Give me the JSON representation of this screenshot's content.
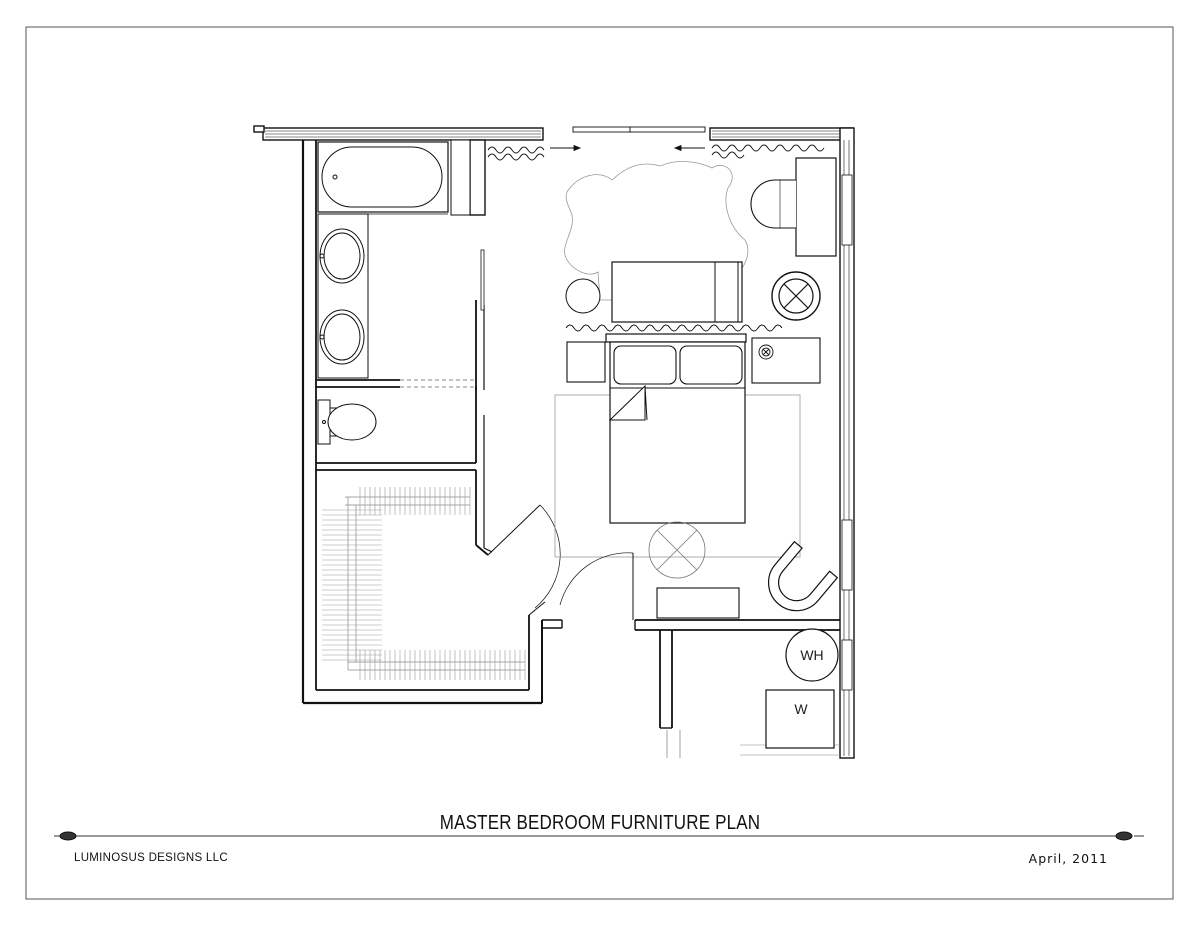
{
  "sheet": {
    "title": "MASTER BEDROOM FURNITURE PLAN",
    "company": "LUMINOSUS DESIGNS LLC",
    "date": "April, 2011"
  },
  "appliances": {
    "water_heater": "WH",
    "washer": "W"
  }
}
